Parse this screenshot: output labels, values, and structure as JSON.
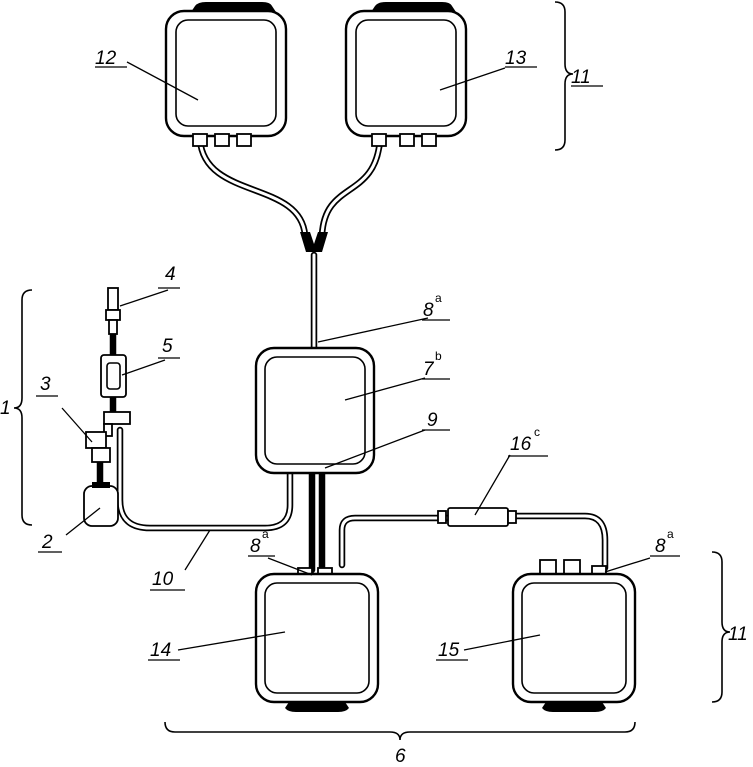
{
  "labels": {
    "l1": "1",
    "l2": "2",
    "l3": "3",
    "l4": "4",
    "l5": "5",
    "l6": "6",
    "l7": "7",
    "l7_sup": "b",
    "l8_top": "8",
    "l8_top_sup": "a",
    "l8_left": "8",
    "l8_left_sup": "a",
    "l8_right": "8",
    "l8_right_sup": "a",
    "l9": "9",
    "l10": "10",
    "l11_top": "11",
    "l11_right": "11",
    "l12": "12",
    "l13": "13",
    "l14": "14",
    "l15": "15",
    "l16": "16",
    "l16_sup": "c"
  },
  "colors": {
    "line": "#000000",
    "background": "#ffffff"
  }
}
